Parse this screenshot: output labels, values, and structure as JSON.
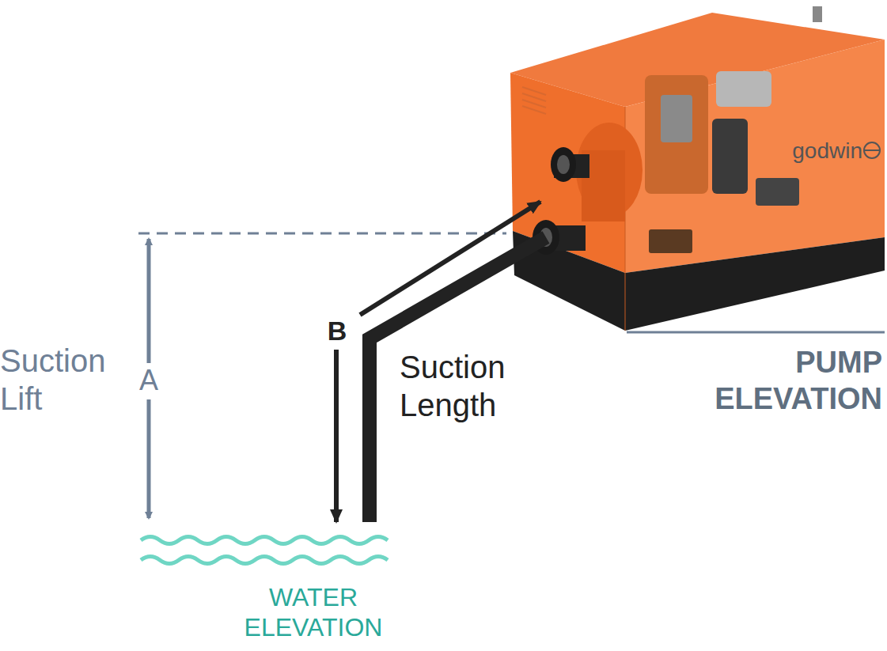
{
  "diagram": {
    "labels": [
      "Suction Lift",
      "A",
      "B",
      "Suction Length",
      "godwin",
      "PUMP ELEVATION",
      "WATER ELEVATION"
    ]
  }
}
